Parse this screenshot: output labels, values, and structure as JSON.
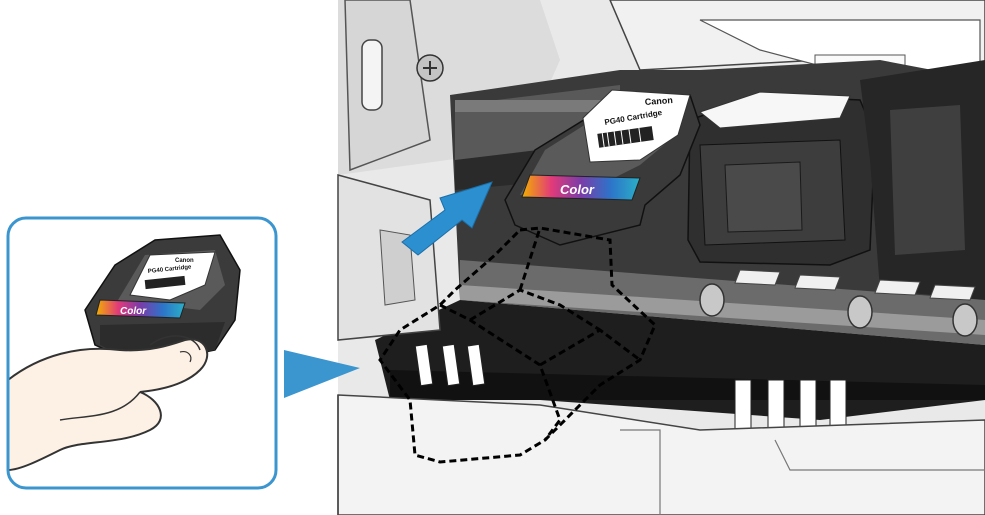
{
  "illustration": {
    "inset": {
      "cartridge": {
        "brand": "Canon",
        "model": "PG40 Cartridge",
        "color_label": "Color"
      }
    },
    "main": {
      "cartridge": {
        "brand": "Canon",
        "model": "PG40 Cartridge",
        "color_label": "Color"
      }
    },
    "colors": {
      "arrow": "#2c8fd0",
      "inset_border": "#3b95cf",
      "printer_dark": "#2a2a2a",
      "printer_gray": "#c9c9c9",
      "printer_light": "#e6e6e6"
    }
  }
}
